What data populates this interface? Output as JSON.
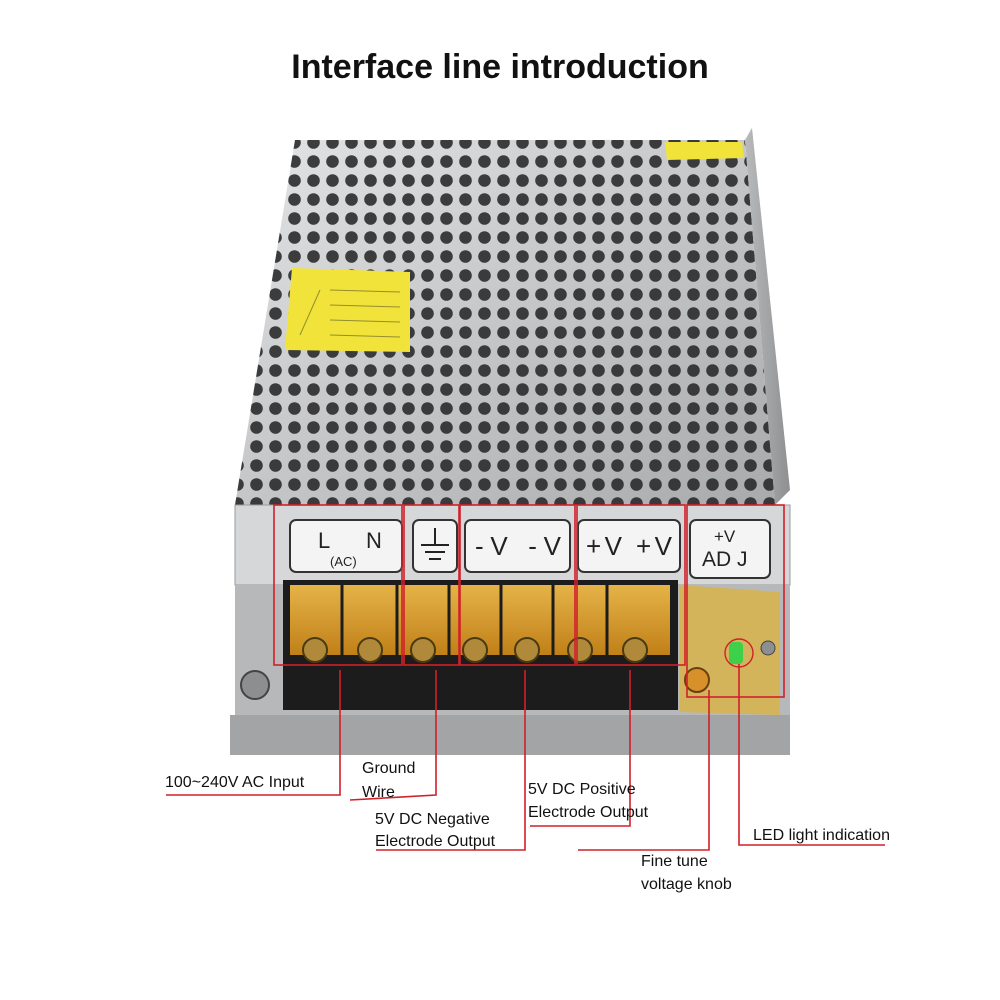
{
  "title": "Interface line introduction",
  "terminal_labels": {
    "ac_l": "L",
    "ac_n": "N",
    "ac_sub": "(AC)",
    "neg": "-V -V",
    "pos": "+V +V",
    "adj_top": "+V",
    "adj_bottom": "AD J"
  },
  "callouts": {
    "ac_input": "100~240V AC Input",
    "ground": [
      "Ground",
      "Wire"
    ],
    "negative": [
      "5V DC Negative",
      "Electrode Output"
    ],
    "positive": [
      "5V DC Positive",
      "Electrode Output"
    ],
    "knob": [
      "Fine tune",
      "voltage knob"
    ],
    "led": "LED light indication"
  },
  "colors": {
    "callout_line": "#d0202a",
    "housing": "#c9cacc",
    "terminal_block": "#1c1c1c",
    "cover": "#e1a02a",
    "led": "#3fd04a",
    "warning_label": "#f2e33a"
  }
}
